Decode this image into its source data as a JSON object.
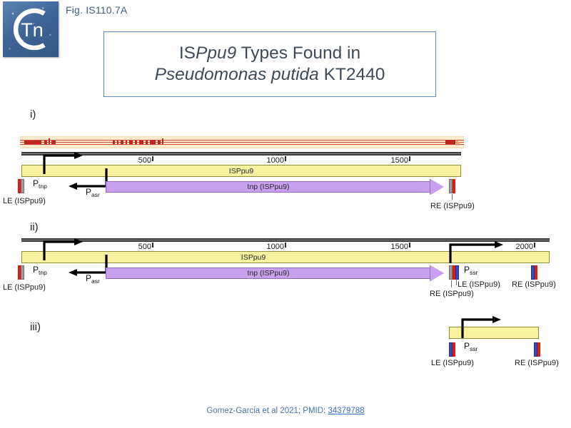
{
  "header": {
    "logo_alt": "ctn-logo",
    "logo_text": "Tn",
    "fig_label": "Fig. IS110.7A",
    "title_line1_pre": "IS",
    "title_line1_italic": "Ppu9",
    "title_line1_post": " Types Found in",
    "title_line2_italic": "Pseudomonas putida",
    "title_line2_post": " KT2440",
    "title_border_color": "#5b8ac6"
  },
  "colors": {
    "yellow_fill": "#f7f3a0",
    "purple_fill": "#c9a0ee",
    "red_end": "#e01b11",
    "blue_end": "#2f4fd0",
    "gray_end": "#9e9e9e",
    "track_bg": "#fdebcf",
    "track_feature": "#c0271c",
    "ruler": "#3a3a3a",
    "footer_link": "#3a6bc4"
  },
  "panels": [
    {
      "id": "i",
      "label": "i)",
      "has_feature_track": true,
      "ruler_ticks": [
        "500",
        "1000",
        "1500"
      ],
      "is_element_label": "ISPpu9",
      "gene_label": "tnp (ISPpu9)",
      "promoters": [
        {
          "name": "P",
          "sub": "tnp",
          "direction": "right"
        },
        {
          "name": "P",
          "sub": "asr",
          "direction": "left"
        }
      ],
      "end_markers": [
        {
          "label": "LE (ISPpu9)",
          "bars": [
            "red",
            "gray"
          ]
        },
        {
          "label": "RE (ISPpu9)",
          "bars": [
            "gray",
            "red"
          ]
        }
      ]
    },
    {
      "id": "ii",
      "label": "ii)",
      "has_feature_track": false,
      "ruler_ticks": [
        "500",
        "1000",
        "1500",
        "2000"
      ],
      "is_element_label": "ISPpu9",
      "gene_label": "tnp (ISPpu9)",
      "promoters": [
        {
          "name": "P",
          "sub": "tnp",
          "direction": "right"
        },
        {
          "name": "P",
          "sub": "asr",
          "direction": "left"
        },
        {
          "name": "P",
          "sub": "ssr",
          "direction": "right"
        }
      ],
      "end_markers": [
        {
          "label": "LE (ISPpu9)",
          "bars": [
            "red",
            "gray"
          ]
        },
        {
          "label": "RE (ISPpu9)",
          "bars": [
            "gray",
            "red"
          ]
        },
        {
          "label": "LE (ISPpu9)",
          "bars": [
            "blue"
          ]
        },
        {
          "label": "RE (ISPpu9)",
          "bars": [
            "blue",
            "red"
          ]
        }
      ]
    },
    {
      "id": "iii",
      "label": "iii)",
      "has_feature_track": false,
      "ruler_ticks": [],
      "is_element_label": "",
      "gene_label": "",
      "promoters": [
        {
          "name": "P",
          "sub": "ssr",
          "direction": "right"
        }
      ],
      "end_markers": [
        {
          "label": "LE (ISPpu9)",
          "bars": [
            "blue",
            "red"
          ]
        },
        {
          "label": "RE (ISPpu9)",
          "bars": [
            "blue",
            "red"
          ]
        }
      ]
    }
  ],
  "footer": {
    "citation": "Gomez-Garcia et al 2021; PMID: ",
    "pmid": "34379788"
  }
}
